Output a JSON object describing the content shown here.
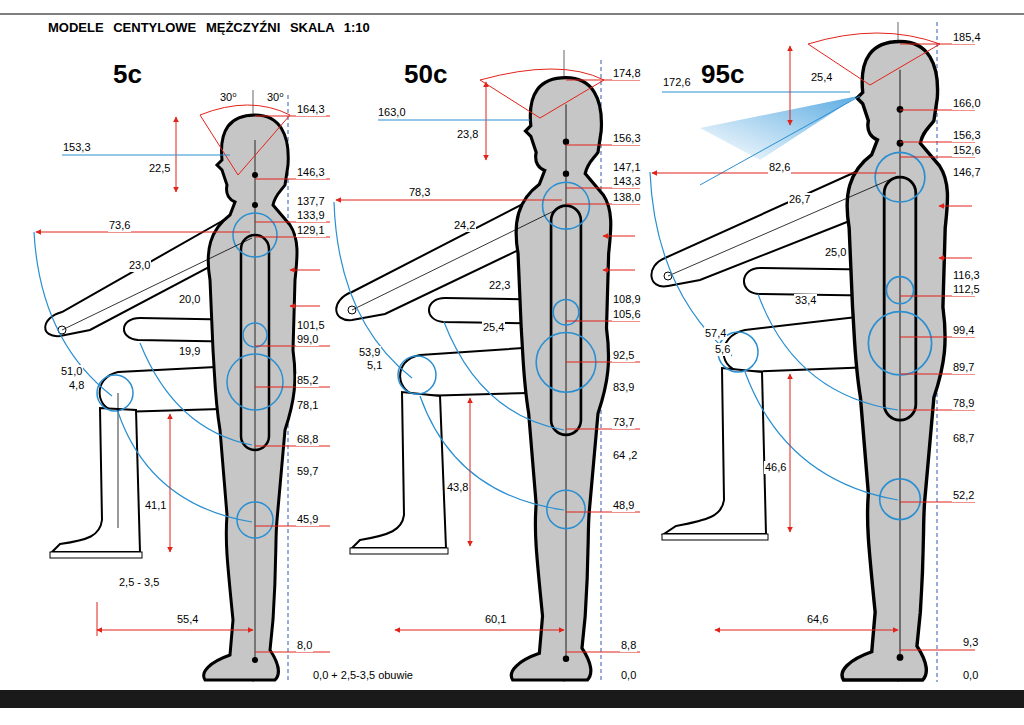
{
  "diagram": {
    "title": "MODELE CENTYLOWE MĘŻCZYŹNI SKALA 1:10",
    "labels": [
      "5c",
      "50c",
      "95c",
      "30⁰",
      "30⁰",
      "164,3",
      "153,3",
      "22,5",
      "146,3",
      "137,7",
      "133,9",
      "129,1",
      "73,6",
      "23,0",
      "20,0",
      "101,5",
      "99,0",
      "19,9",
      "51,0",
      "4,8",
      "85,2",
      "78,1",
      "68,8",
      "41,1",
      "59,7",
      "45,9",
      "2,5 - 3,5",
      "55,4",
      "8,0",
      "0,0 + 2,5-3,5 obuwie",
      "174,8",
      "163,0",
      "23,8",
      "156,3",
      "147,1",
      "143,3",
      "78,3",
      "138,0",
      "24,2",
      "22,3",
      "108,9",
      "105,6",
      "25,4",
      "53,9",
      "5,1",
      "92,5",
      "83,9",
      "73,7",
      "43,8",
      "64 ,2",
      "48,9",
      "60,1",
      "8,8",
      "0,0",
      "185,4",
      "172,6",
      "25,4",
      "166,0",
      "156,3",
      "152,6",
      "146,7",
      "82,6",
      "26,7",
      "25,0",
      "116,3",
      "112,5",
      "33,4",
      "57,4",
      "5,6",
      "99,4",
      "89,7",
      "78,9",
      "68,7",
      "46,6",
      "52,2",
      "64,6",
      "9,3",
      "0,0"
    ]
  }
}
